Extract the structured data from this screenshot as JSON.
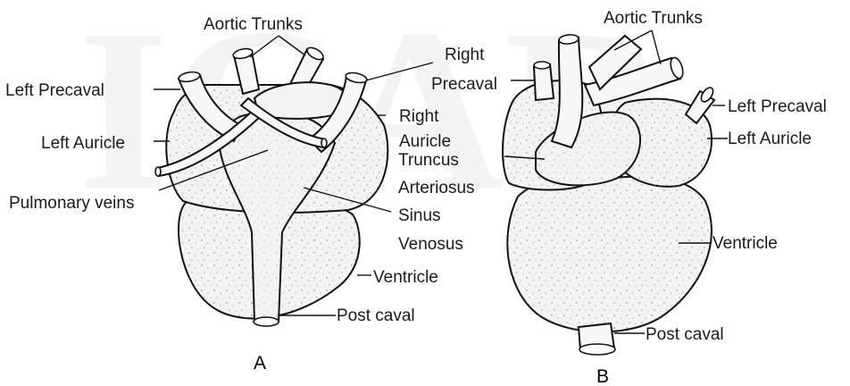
{
  "figure_a": {
    "caption": "A",
    "labels": {
      "aortic_trunks": "Aortic Trunks",
      "left_precaval": "Left Precaval",
      "right": "Right",
      "precaval": "Precaval",
      "left_auricle": "Left Auricle",
      "right_auricle_1": "Right",
      "right_auricle_2": "Auricle",
      "pulmonary_veins": "Pulmonary veins",
      "truncus_1": "Truncus",
      "truncus_2": "Arteriosus",
      "sinus_1": "Sinus",
      "sinus_2": "Venosus",
      "ventricle": "Ventricle",
      "post_caval": "Post caval"
    }
  },
  "figure_b": {
    "caption": "B",
    "labels": {
      "aortic_trunks": "Aortic Trunks",
      "right_precaval_1": "Right",
      "right_precaval_2": "Precaval",
      "left_precaval": "Left Precaval",
      "left_auricle": "Left Auricle",
      "ventricle": "Ventricle",
      "post_caval": "Post caval"
    }
  },
  "watermark": "ICAR"
}
